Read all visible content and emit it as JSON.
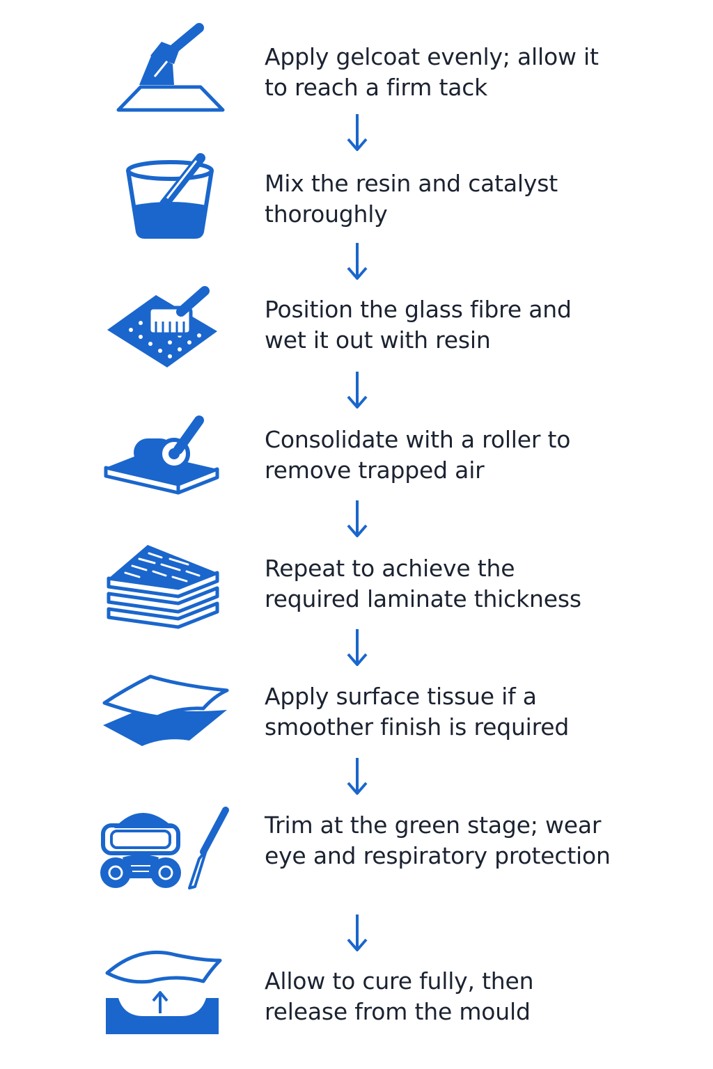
{
  "colors": {
    "icon_blue": "#1a66cc",
    "text": "#1b2230",
    "background": "#ffffff"
  },
  "steps": [
    {
      "icon": "paintbrush-gelcoat-icon",
      "text": "Apply gelcoat evenly; allow it to reach a firm tack"
    },
    {
      "icon": "mixing-bucket-icon",
      "text": "Mix the resin and catalyst thoroughly"
    },
    {
      "icon": "fibre-mat-brush-icon",
      "text": "Position the glass fibre and wet it out with resin"
    },
    {
      "icon": "roller-icon",
      "text": "Consolidate with a roller to remove trapped air"
    },
    {
      "icon": "laminate-layers-icon",
      "text": "Repeat to achieve the required laminate thickness"
    },
    {
      "icon": "surface-tissue-icon",
      "text": "Apply surface tissue if a smoother finish is required"
    },
    {
      "icon": "respirator-knife-icon",
      "text": "Trim at the green stage; wear eye and respiratory protection"
    },
    {
      "icon": "mould-release-icon",
      "text": "Allow to cure fully, then release from the mould"
    }
  ]
}
